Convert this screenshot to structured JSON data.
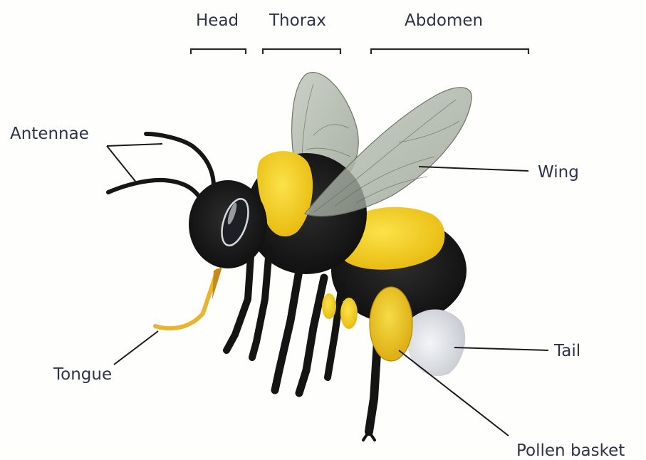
{
  "segments": {
    "head": "Head",
    "thorax": "Thorax",
    "abdomen": "Abdomen"
  },
  "parts": {
    "antennae": "Antennae",
    "wing": "Wing",
    "tongue": "Tongue",
    "tail": "Tail",
    "pollen_basket": "Pollen basket"
  },
  "colors": {
    "label_text": "#2e3447",
    "bee_black": "#161616",
    "bee_yellow": "#f2c818",
    "wing_tint": "#aab3a4",
    "tail_white": "#e3e5e8"
  }
}
